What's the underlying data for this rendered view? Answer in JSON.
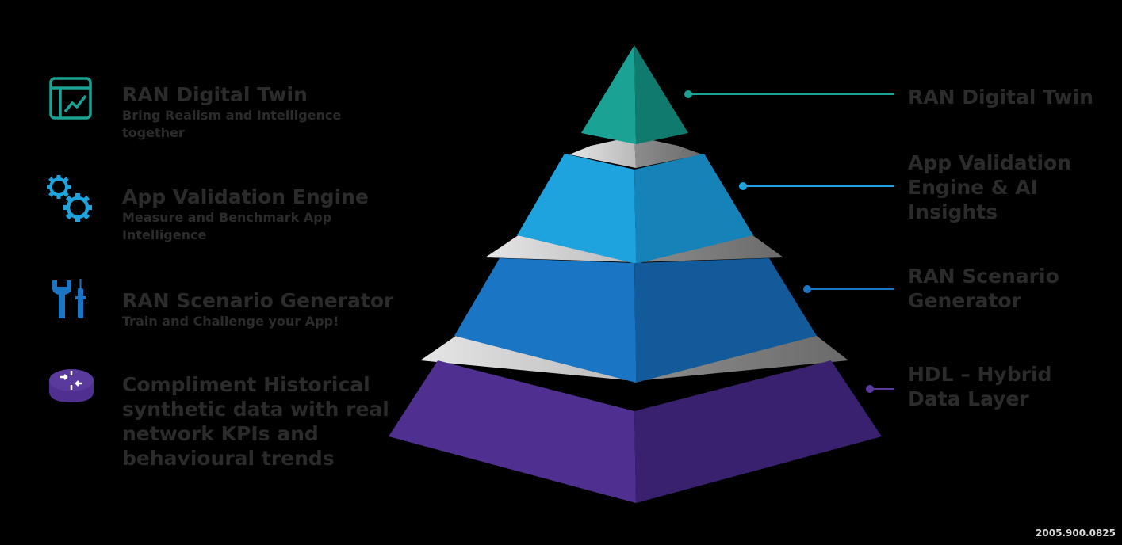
{
  "left_items": [
    {
      "icon": "chart-window-icon",
      "title": "RAN Digital Twin",
      "subtitle": "Bring Realism and Intelligence together"
    },
    {
      "icon": "gears-icon",
      "title": "App Validation Engine",
      "subtitle": "Measure and Benchmark App Intelligence"
    },
    {
      "icon": "tools-icon",
      "title": "RAN Scenario Generator",
      "subtitle": "Train and Challenge your App!"
    },
    {
      "icon": "router-icon",
      "title": "",
      "subtitle": "",
      "body_lines": [
        "Compliment Historical",
        "synthetic data with real",
        "network KPIs and",
        "behavioural trends"
      ]
    }
  ],
  "pyramid_layers": [
    {
      "label_lines": [
        "RAN Digital Twin"
      ],
      "color": "#1aa394",
      "dark": "#117a6e",
      "dot": "#1aa394"
    },
    {
      "label_lines": [
        "App Validation",
        "Engine & AI",
        "Insights"
      ],
      "color": "#1fa3de",
      "dark": "#1583b8",
      "dot": "#1fa3de"
    },
    {
      "label_lines": [
        "RAN Scenario",
        "Generator"
      ],
      "color": "#1a76c4",
      "dark": "#125a99",
      "dot": "#1a76c4"
    },
    {
      "label_lines": [
        "HDL – Hybrid",
        "Data Layer"
      ],
      "color": "#4f2f8f",
      "dark": "#3a2170",
      "dot": "#5a3a9c"
    }
  ],
  "icon_colors": {
    "teal": "#1aa394",
    "blue": "#1fa3de",
    "purple": "#4f2f8f"
  },
  "document_number": "2005.900.0825"
}
